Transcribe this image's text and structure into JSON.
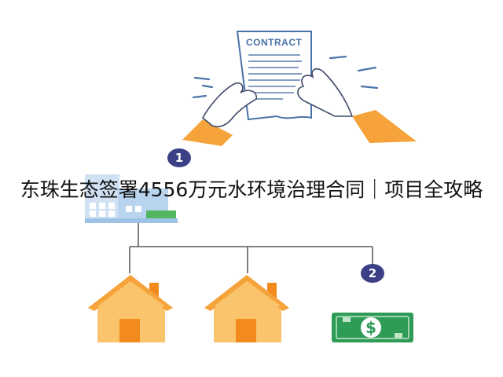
{
  "headline": "东珠生态签署4556万元水环境治理合同｜项目全攻略",
  "contract": {
    "title": "CONTRACT"
  },
  "badges": [
    {
      "label": "1"
    },
    {
      "label": "2"
    }
  ],
  "money_symbol": "$",
  "colors": {
    "orange": "#f5a33a",
    "house_body": "#f9c46b",
    "door": "#f28a1e",
    "badge": "#3b3f86",
    "money": "#2e9b56",
    "contract_blue": "#4a73a8",
    "line": "#707070"
  },
  "icons": [
    "contract-icon",
    "hand-icon",
    "building-icon",
    "house-icon",
    "money-icon"
  ]
}
